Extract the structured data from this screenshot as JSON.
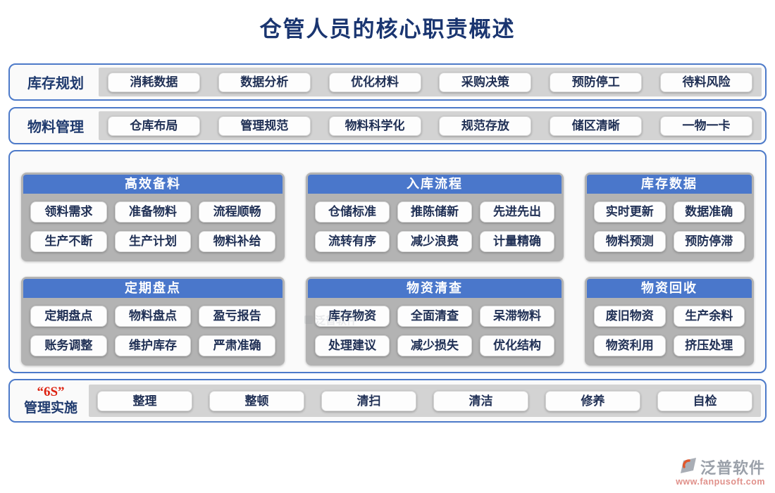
{
  "page": {
    "title": "仓管人员的核心职责概述"
  },
  "rows": [
    {
      "label": "库存规划",
      "buttons": [
        "消耗数据",
        "数据分析",
        "优化材料",
        "采购决策",
        "预防停工",
        "待料风险"
      ]
    },
    {
      "label": "物料管理",
      "buttons": [
        "仓库布局",
        "管理规范",
        "物料科学化",
        "规范存放",
        "储区清晰",
        "一物一卡"
      ]
    }
  ],
  "cards": [
    {
      "title": "高效备料",
      "buttons": [
        "领料需求",
        "准备物料",
        "流程顺畅",
        "生产不断",
        "生产计划",
        "物料补给"
      ]
    },
    {
      "title": "入库流程",
      "buttons": [
        "仓储标准",
        "推陈储新",
        "先进先出",
        "流转有序",
        "减少浪费",
        "计量精确"
      ]
    },
    {
      "title": "库存数据",
      "buttons": [
        "实时更新",
        "数据准确",
        "物料预测",
        "预防停滞"
      ]
    },
    {
      "title": "定期盘点",
      "buttons": [
        "定期盘点",
        "物料盘点",
        "盈亏报告",
        "账务调整",
        "维护库存",
        "严肃准确"
      ]
    },
    {
      "title": "物资清查",
      "buttons": [
        "库存物资",
        "全面清查",
        "呆滞物料",
        "处理建议",
        "减少损失",
        "优化结构"
      ]
    },
    {
      "title": "物资回收",
      "buttons": [
        "废旧物资",
        "生产余料",
        "物资利用",
        "挤压处理"
      ]
    }
  ],
  "six_s": {
    "label_top": "“6S”",
    "label_bottom": "管理实施",
    "buttons": [
      "整理",
      "整顿",
      "清扫",
      "清洁",
      "修养",
      "自检"
    ]
  },
  "footer": {
    "brand": "泛普软件",
    "url": "www.fanpusoft.com"
  },
  "colors": {
    "accent": "#4a77cb",
    "navy": "#1f3a6e",
    "red": "#dd2211",
    "card_gray": "#b3b3b3",
    "strip_gray": "#d3d3d3"
  }
}
